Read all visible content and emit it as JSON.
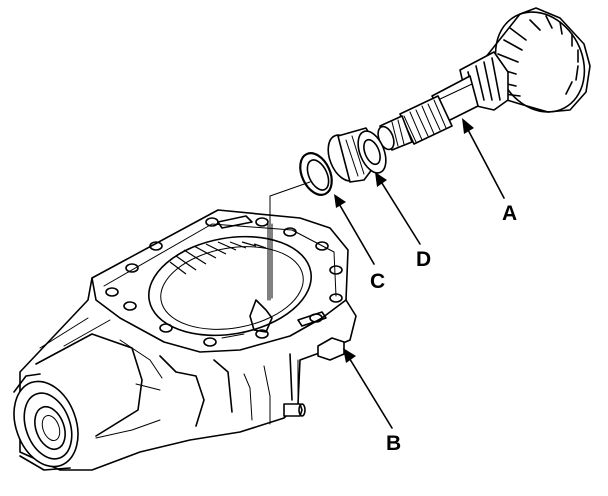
{
  "callouts": {
    "a": {
      "label": "A"
    },
    "b": {
      "label": "B"
    },
    "c": {
      "label": "C"
    },
    "d": {
      "label": "D"
    }
  },
  "colors": {
    "ink": "#000000",
    "paper": "#ffffff"
  }
}
